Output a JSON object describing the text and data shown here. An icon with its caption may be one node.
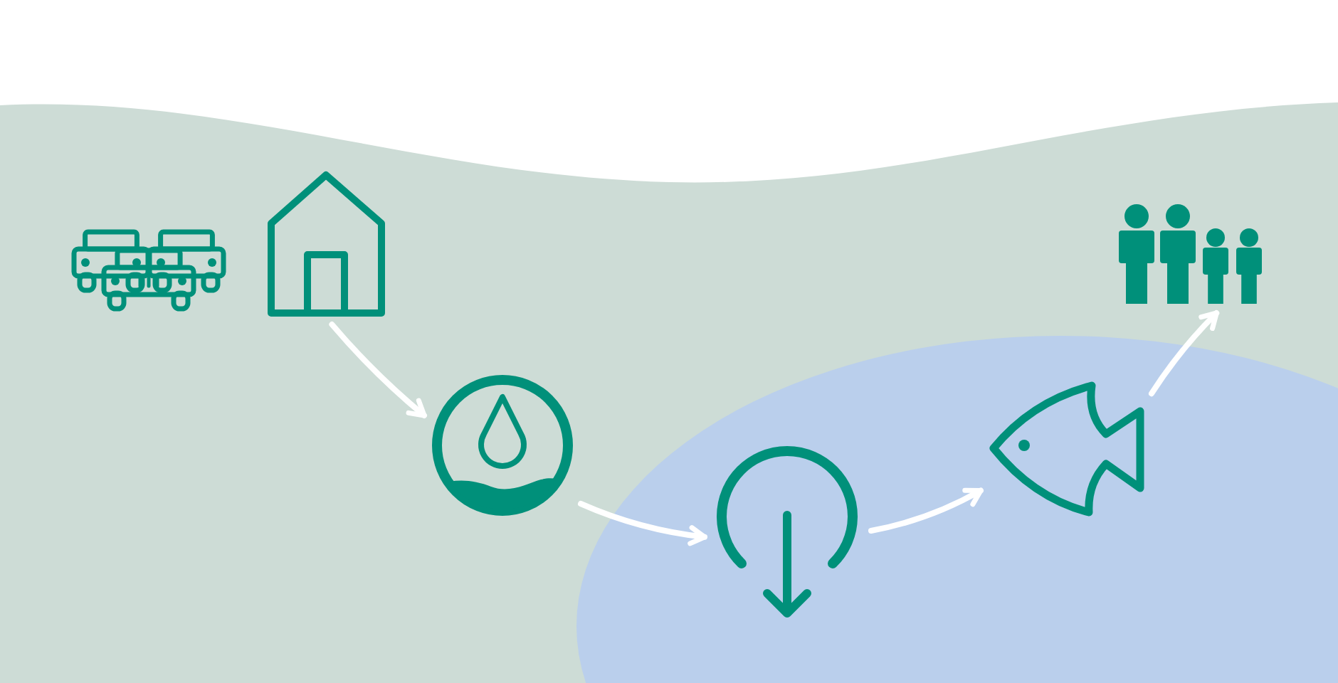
{
  "diagram": {
    "nodes": [
      {
        "text": [],
        "shape": "picture"
      },
      {
        "text": [],
        "shape": "picture"
      },
      {
        "text": [],
        "shape": "picture"
      },
      {
        "text": [],
        "shape": "picture"
      },
      {
        "text": [],
        "shape": "picture"
      },
      {
        "text": [],
        "shape": "picture"
      }
    ],
    "edges": [
      {
        "from": 1,
        "to": 2,
        "arrow": "to"
      },
      {
        "from": 2,
        "to": 3,
        "arrow": "to"
      },
      {
        "from": 3,
        "to": 4,
        "arrow": "to"
      },
      {
        "from": 4,
        "to": 5,
        "arrow": "to"
      }
    ]
  }
}
